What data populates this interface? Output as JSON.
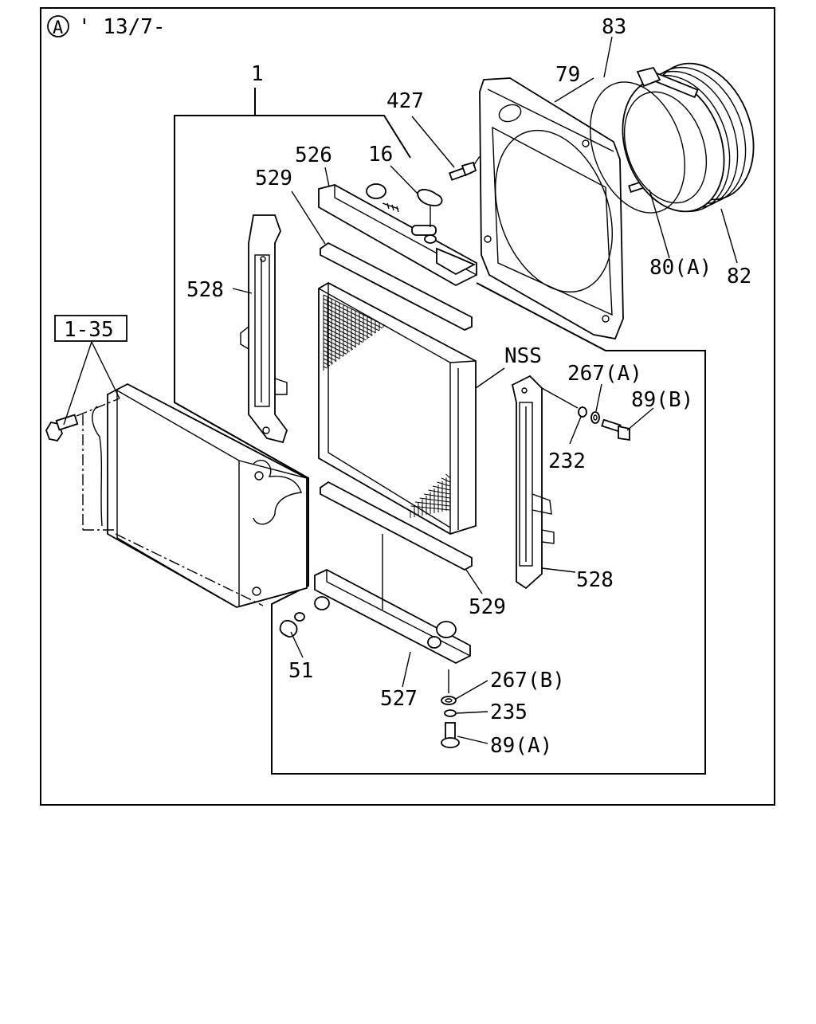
{
  "header": {
    "variant_marker": "A",
    "date_code": "' 13/7-"
  },
  "callouts": {
    "assembly": "1",
    "kit": "1-35",
    "fan_ring": "83",
    "shroud": "79",
    "shroud_bolt": "427",
    "cap": "16",
    "upper_tank": "526",
    "upper_seal": "529",
    "left_bracket": "528",
    "core_nss": "NSS",
    "washer_a": "267(A)",
    "bolt_b": "89(B)",
    "collar": "232",
    "right_bracket": "528",
    "lower_seal": "529",
    "drain_cock": "51",
    "lower_tank": "527",
    "washer_b": "267(B)",
    "spacer": "235",
    "bolt_a": "89(A)",
    "fan_bolt": "80(A)",
    "fan_shroud_ring": "82"
  }
}
